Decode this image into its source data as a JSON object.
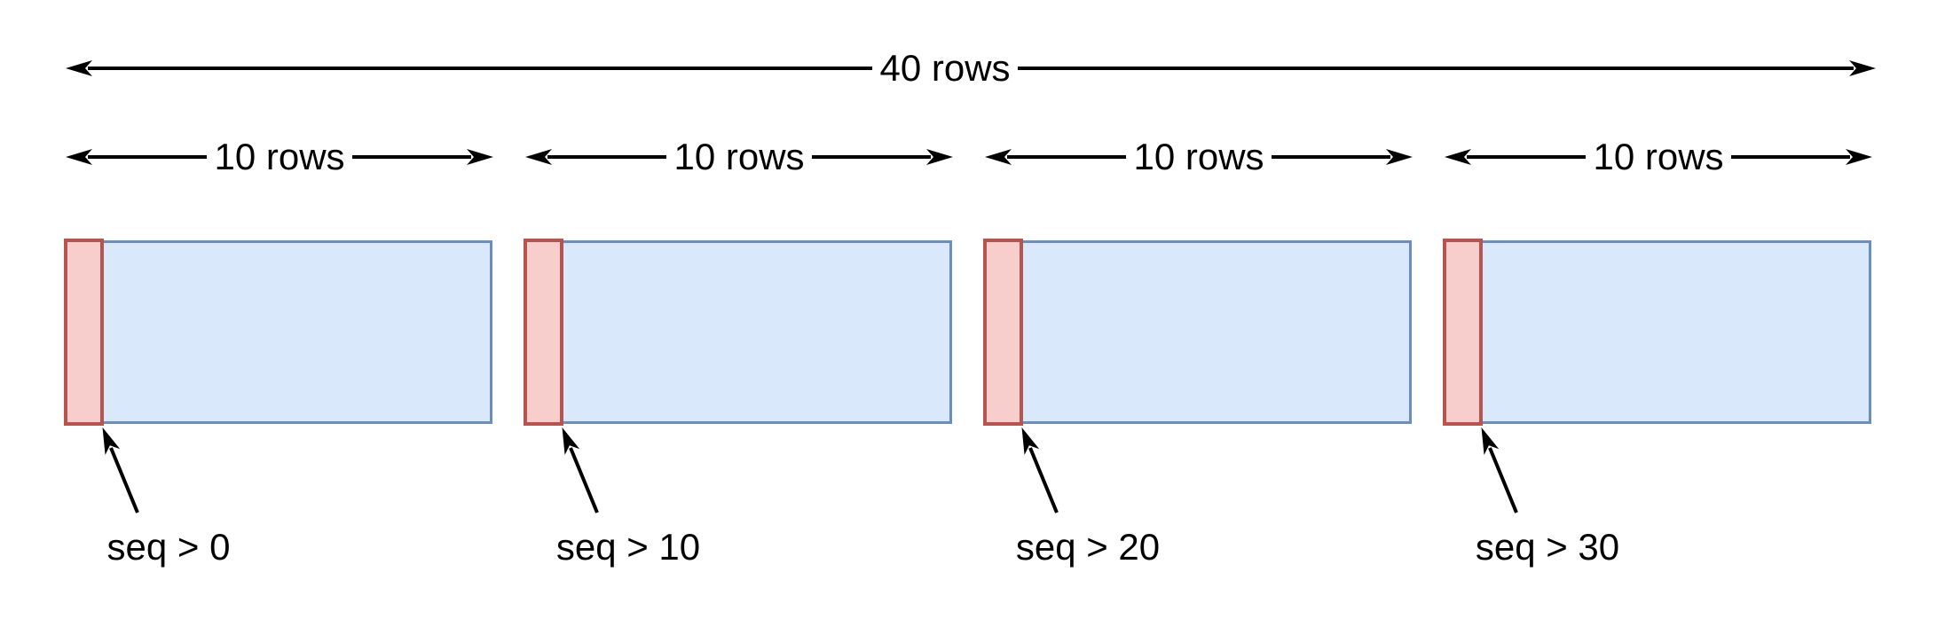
{
  "diagram": {
    "total_arrow": {
      "label": "40 rows"
    },
    "pages": [
      {
        "span_label": "10 rows",
        "cursor_label": "seq > 0"
      },
      {
        "span_label": "10 rows",
        "cursor_label": "seq > 10"
      },
      {
        "span_label": "10 rows",
        "cursor_label": "seq > 20"
      },
      {
        "span_label": "10 rows",
        "cursor_label": "seq > 30"
      }
    ],
    "colors": {
      "background": "#ffffff",
      "arrow": "#000000",
      "page_fill": "#dae8fc",
      "page_border": "#6c8ebf",
      "cursor_fill": "#f8cecc",
      "cursor_border": "#b85450"
    }
  }
}
